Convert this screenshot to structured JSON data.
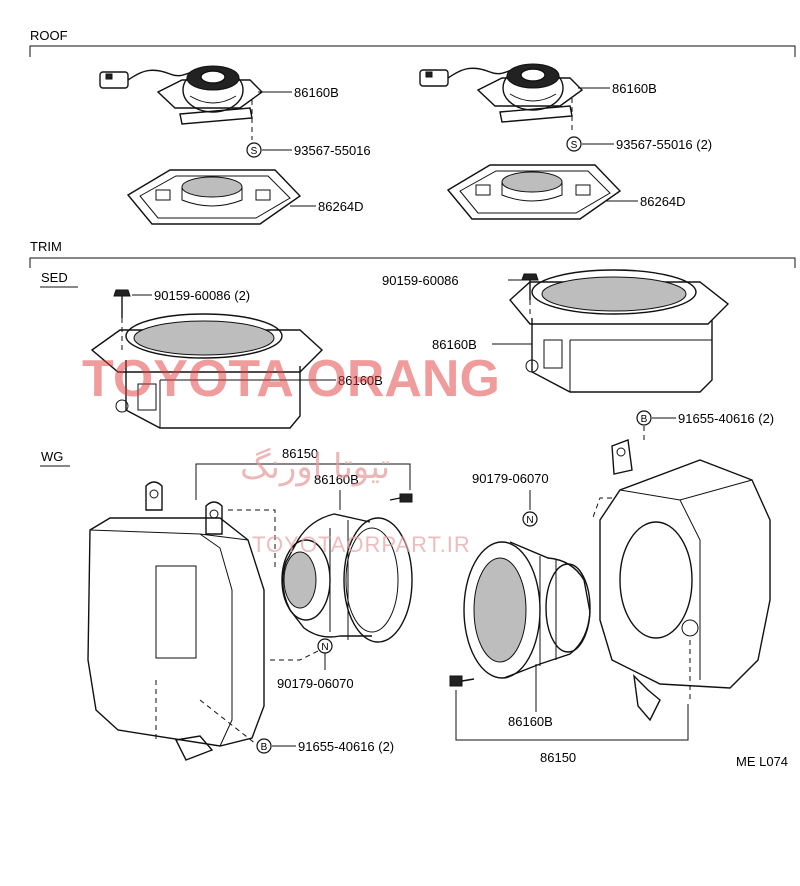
{
  "sections": {
    "roof": "ROOF",
    "trim": "TRIM",
    "sed": "SED",
    "wg": "WG"
  },
  "symbols": {
    "s": "S",
    "n": "N",
    "b": "B"
  },
  "labels": {
    "roof_left_speaker": "86160B",
    "roof_left_screw": "93567-55016",
    "roof_left_cover": "86264D",
    "roof_right_speaker": "86160B",
    "roof_right_screw": "93567-55016 (2)",
    "roof_right_cover": "86264D",
    "sed_left_bolt": "90159-60086 (2)",
    "sed_left_speaker": "86160B",
    "sed_right_bolt": "90159-60086",
    "sed_right_speaker": "86160B",
    "wg_left_assy": "86150",
    "wg_left_speaker": "86160B",
    "wg_left_nut": "90179-06070",
    "wg_left_bolt": "91655-40616 (2)",
    "wg_right_nut": "90179-06070",
    "wg_right_bolt": "91655-40616 (2)",
    "wg_right_speaker": "86160B",
    "wg_right_assy": "86150",
    "diagram_code": "ME L074"
  },
  "watermark": {
    "brand": "TOYOTA ORANG",
    "persian": "تیوتا اورنگ",
    "url": "TOYOTAORPART.IR"
  }
}
